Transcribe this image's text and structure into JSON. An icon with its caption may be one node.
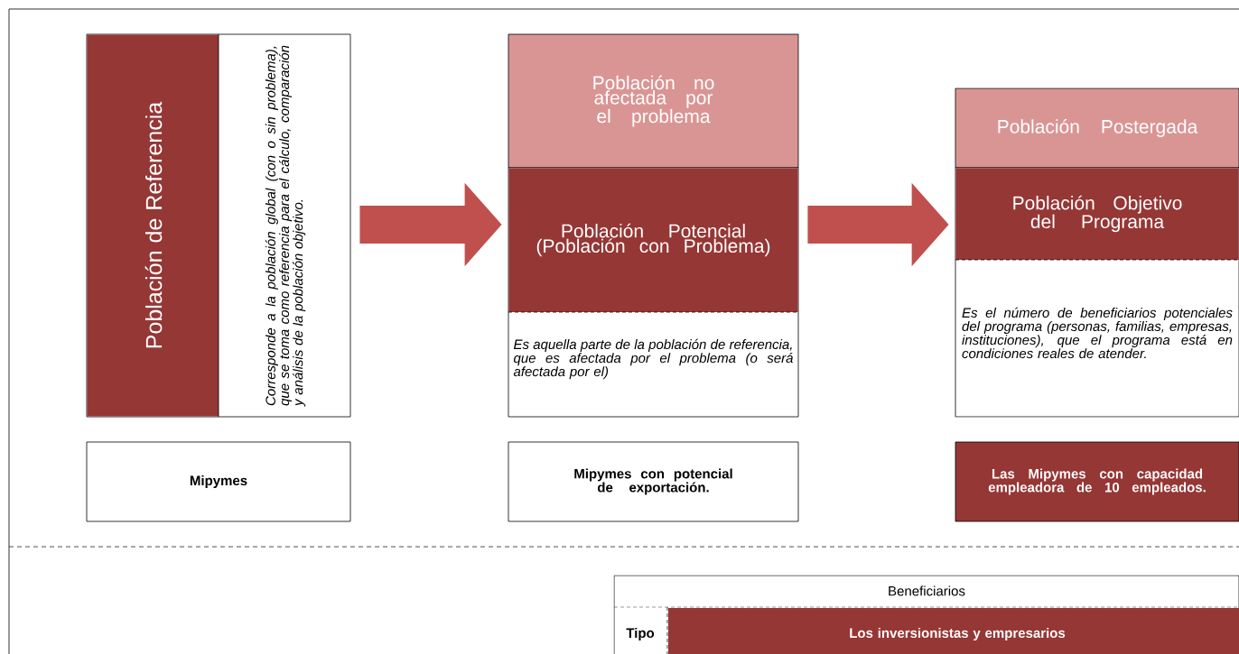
{
  "diagram": {
    "nodes": [
      {
        "text": [
          "Población de Referencia",
          "*Corresponde a la población global (con o sin problema), que se toma como referencia para el cálculo, comparación y análisis de la población objetivo.*"
        ]
      },
      {
        "text": [
          "**Mipymes**"
        ]
      },
      {
        "text": [
          "Población no afectada por el problema"
        ]
      },
      {
        "text": [
          "Población Potencial (Población con Problema)",
          "*Es aquella parte de la población de referencia, que es afectada por el problema (o será afectada por el)*"
        ]
      },
      {
        "text": [
          "**Mipymes con potencial de exportación.**"
        ]
      },
      {
        "text": [
          "Población Postergada"
        ]
      },
      {
        "text": [
          "Población Objetivo del Programa",
          "*Es el número de beneficiarios potenciales del programa (personas, familias, empresas, instituciones), que el programa está en condiciones reales de atender.*"
        ]
      },
      {
        "text": [
          "**Las Mipymes con capacidad empleadora de 10 empleados.**"
        ]
      },
      {
        "text": [
          "Beneficiarios"
        ]
      }
    ],
    "edges": [
      {
        "from": 0,
        "to": 3,
        "arrow": "to"
      },
      {
        "from": 3,
        "to": 6,
        "arrow": "to"
      }
    ],
    "labels": [
      "**Tipo**",
      "**Los inversionistas y empresarios**"
    ]
  }
}
